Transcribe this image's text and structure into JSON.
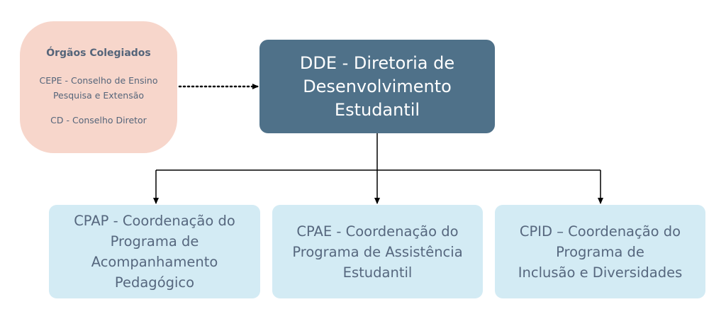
{
  "colegiados": {
    "title": "Órgãos Colegiados",
    "lines": [
      "CEPE  - Conselho de Ensino",
      "Pesquisa e Extensão",
      "CD - Conselho Diretor"
    ]
  },
  "dde": {
    "lines": [
      "DDE - Diretoria de",
      "Desenvolvimento",
      "Estudantil"
    ]
  },
  "cpap": {
    "lines": [
      "CPAP - Coordenação do",
      "Programa de",
      "Acompanhamento",
      "Pedagógico"
    ]
  },
  "cpae": {
    "lines": [
      "CPAE - Coordenação do",
      "Programa de Assistência",
      "Estudantil"
    ]
  },
  "cpid": {
    "lines": [
      "CPID – Coordenação do",
      "Programa de",
      "Inclusão e Diversidades"
    ]
  },
  "colors": {
    "colegiados_bg": "#f7d6cb",
    "dde_bg": "#4f7189",
    "sub_bg": "#d3ebf4",
    "text_muted": "#56677e",
    "connector": "#000000"
  }
}
